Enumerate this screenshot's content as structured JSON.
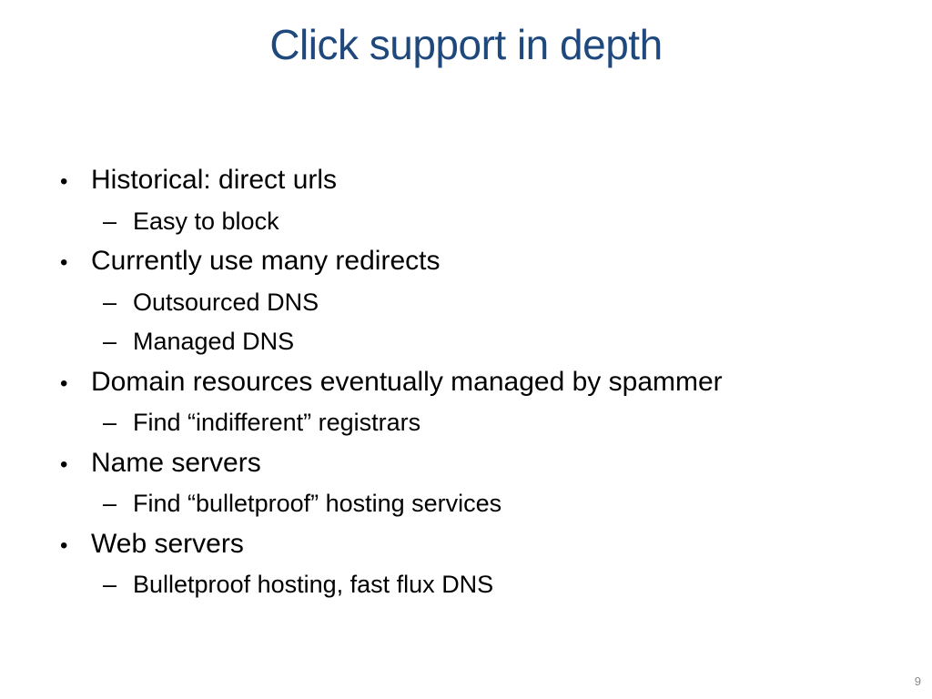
{
  "slide": {
    "title": "Click support in depth",
    "title_color": "#1F497D",
    "body_text_color": "#000000",
    "page_number_color": "#898989",
    "page_number": "9",
    "bullets": [
      {
        "level": 1,
        "marker": "•",
        "text": "Historical: direct urls"
      },
      {
        "level": 2,
        "marker": "–",
        "text": "Easy to block"
      },
      {
        "level": 1,
        "marker": "•",
        "text": "Currently use many redirects"
      },
      {
        "level": 2,
        "marker": "–",
        "text": "Outsourced DNS"
      },
      {
        "level": 2,
        "marker": "–",
        "text": "Managed DNS"
      },
      {
        "level": 1,
        "marker": "•",
        "text": "Domain resources eventually managed by spammer"
      },
      {
        "level": 2,
        "marker": "–",
        "text": "Find “indifferent” registrars"
      },
      {
        "level": 1,
        "marker": "•",
        "text": "Name servers"
      },
      {
        "level": 2,
        "marker": "–",
        "text": "Find “bulletproof” hosting services"
      },
      {
        "level": 1,
        "marker": "•",
        "text": "Web servers"
      },
      {
        "level": 2,
        "marker": "–",
        "text": "Bulletproof hosting, fast flux DNS"
      }
    ]
  }
}
